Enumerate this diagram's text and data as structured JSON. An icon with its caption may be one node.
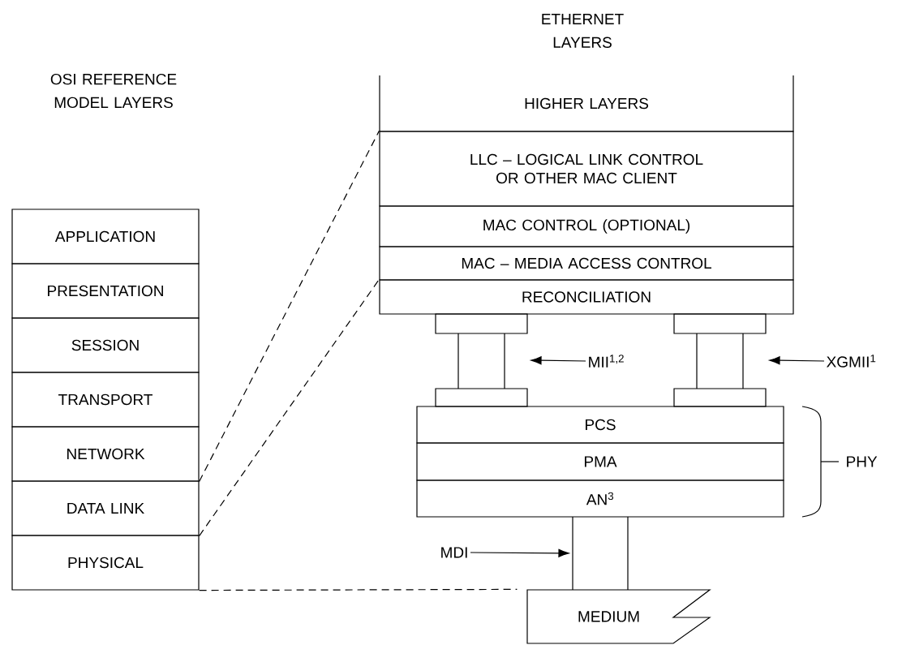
{
  "diagram": {
    "nodes": [
      {
        "text": [
          "APPLICATION"
        ]
      },
      {
        "text": [
          "PRESENTATION"
        ]
      },
      {
        "text": [
          "SESSION"
        ]
      },
      {
        "text": [
          "TRANSPORT"
        ]
      },
      {
        "text": [
          "NETWORK"
        ]
      },
      {
        "text": [
          "DATA LINK"
        ]
      },
      {
        "text": [
          "PHYSICAL"
        ]
      },
      {
        "text": [
          "HIGHER LAYERS"
        ]
      },
      {
        "text": [
          "LLC – LOGICAL LINK CONTROL OR OTHER MAC CLIENT"
        ]
      },
      {
        "text": [
          "MAC CONTROL (OPTIONAL)"
        ]
      },
      {
        "text": [
          "MAC – MEDIA ACCESS CONTROL"
        ]
      },
      {
        "text": [
          "RECONCILIATION"
        ]
      },
      {
        "text": [],
        "shape": "connector"
      },
      {
        "text": [],
        "shape": "connector"
      },
      {
        "text": [
          "PCS"
        ]
      },
      {
        "text": [
          "PMA"
        ]
      },
      {
        "text": [
          "AN$^{3}$"
        ]
      },
      {
        "text": [],
        "shape": "column"
      },
      {
        "text": [
          "MEDIUM"
        ]
      },
      {
        "text": [
          "MII$^{1,2}$"
        ]
      },
      {
        "text": [
          "XGMII$^{1}$"
        ]
      },
      {
        "text": [
          "MDI"
        ]
      }
    ],
    "edges": [
      {
        "from": 4,
        "to": 8,
        "arrow": "none",
        "style": "dashed"
      },
      {
        "from": 5,
        "to": 11,
        "arrow": "none",
        "style": "dashed"
      },
      {
        "from": 6,
        "to": 18,
        "arrow": "none",
        "style": "dashed"
      },
      {
        "from": 19,
        "to": 12,
        "arrow": "to"
      },
      {
        "from": 20,
        "to": 13,
        "arrow": "to"
      },
      {
        "from": 21,
        "to": 17,
        "arrow": "to"
      }
    ],
    "labels": [
      "OSI REFERENCE MODEL LAYERS",
      "ETHERNET LAYERS",
      "PHY"
    ]
  }
}
